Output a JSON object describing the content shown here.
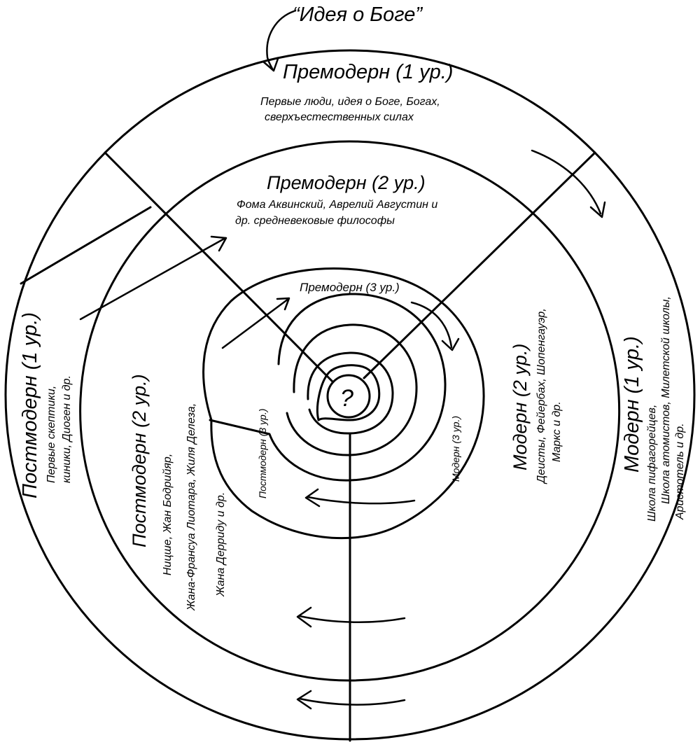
{
  "title": "“Идея о Боге”",
  "center": {
    "symbol": "?"
  },
  "sections": {
    "premodern1": {
      "heading": "Премодерн (1 ур.)",
      "lines": [
        "Первые люди, идея о Боге, Богах,",
        "сверхъестественных силах"
      ]
    },
    "premodern2": {
      "heading": "Премодерн (2 ур.)",
      "lines": [
        "Фома Аквинский, Аврелий Августин и",
        "др. средневековые философы"
      ]
    },
    "premodern3": {
      "heading": "Премодерн (3 ур.)"
    },
    "modern1": {
      "heading": "Модерн (1 ур.)",
      "lines": [
        "Школа пифагорейцев,",
        "Школа атомистов, Милетской школы,",
        "Аристотель и др."
      ]
    },
    "modern2": {
      "heading": "Модерн (2 ур.)",
      "lines": [
        "Деисты, Фейербах, Шопенгауэр,",
        "Маркс и др."
      ]
    },
    "modern3": {
      "heading": "Модерн (3 ур.)"
    },
    "postmodern1": {
      "heading": "Постмодерн (1 ур.)",
      "lines": [
        "Первые скептики,",
        "киники, Диоген и др."
      ]
    },
    "postmodern2": {
      "heading": "Постмодерн (2 ур.)",
      "lines": [
        "Ницше, Жан Бодрийяр,",
        "Жана-Франсуа Лиотара, Жиля Делеза,",
        "Жана Дерриду и др."
      ]
    },
    "postmodern3": {
      "heading": "Постмодерн (3 ур.)"
    }
  }
}
